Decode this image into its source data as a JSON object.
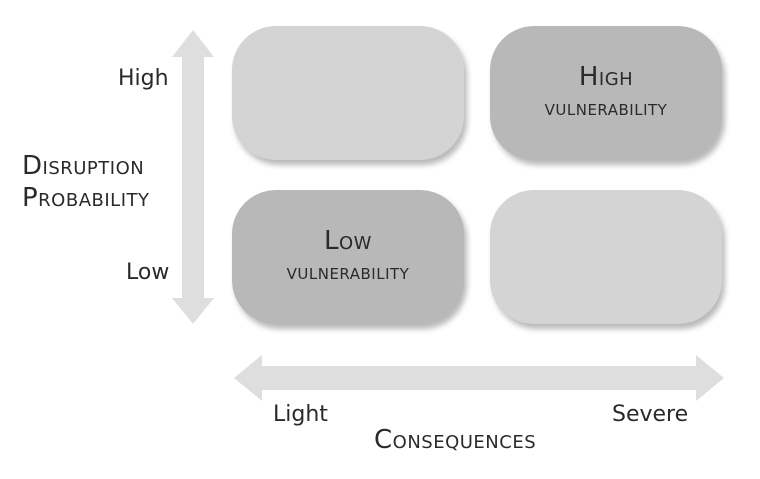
{
  "colors": {
    "arrow": "#dedede",
    "quadrant_light": "#d4d4d4",
    "quadrant_dark": "#b8b8b8",
    "text": "#2a2a2a"
  },
  "y_axis": {
    "title_line1": "Disruption",
    "title_line2": "Probability",
    "high_label": "High",
    "low_label": "Low"
  },
  "x_axis": {
    "title": "Consequences",
    "light_label": "Light",
    "severe_label": "Severe"
  },
  "quadrants": {
    "top_left": {
      "shade": "light",
      "line1": "",
      "line2": ""
    },
    "top_right": {
      "shade": "dark",
      "line1": "High",
      "line2": "vulnerability"
    },
    "bottom_left": {
      "shade": "dark",
      "line1": "Low",
      "line2": "vulnerability"
    },
    "bottom_right": {
      "shade": "light",
      "line1": "",
      "line2": ""
    }
  }
}
